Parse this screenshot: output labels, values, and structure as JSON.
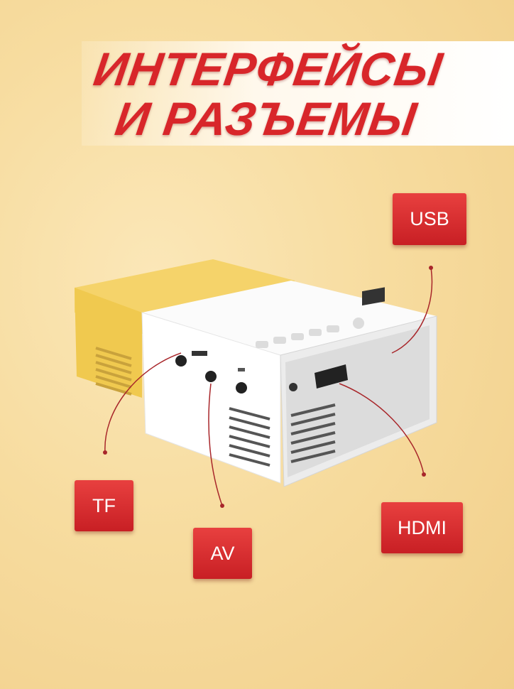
{
  "title": {
    "line1": "ИНТЕРФЕЙСЫ",
    "line2": "И РАЗЪЕМЫ"
  },
  "labels": {
    "usb": "USB",
    "tf": "TF",
    "av": "AV",
    "hdmi": "HDMI"
  },
  "colors": {
    "accent": "#d8262a",
    "background": "#f7dc9f",
    "projector_body": "#ffffff",
    "projector_accent": "#f5d36a"
  }
}
